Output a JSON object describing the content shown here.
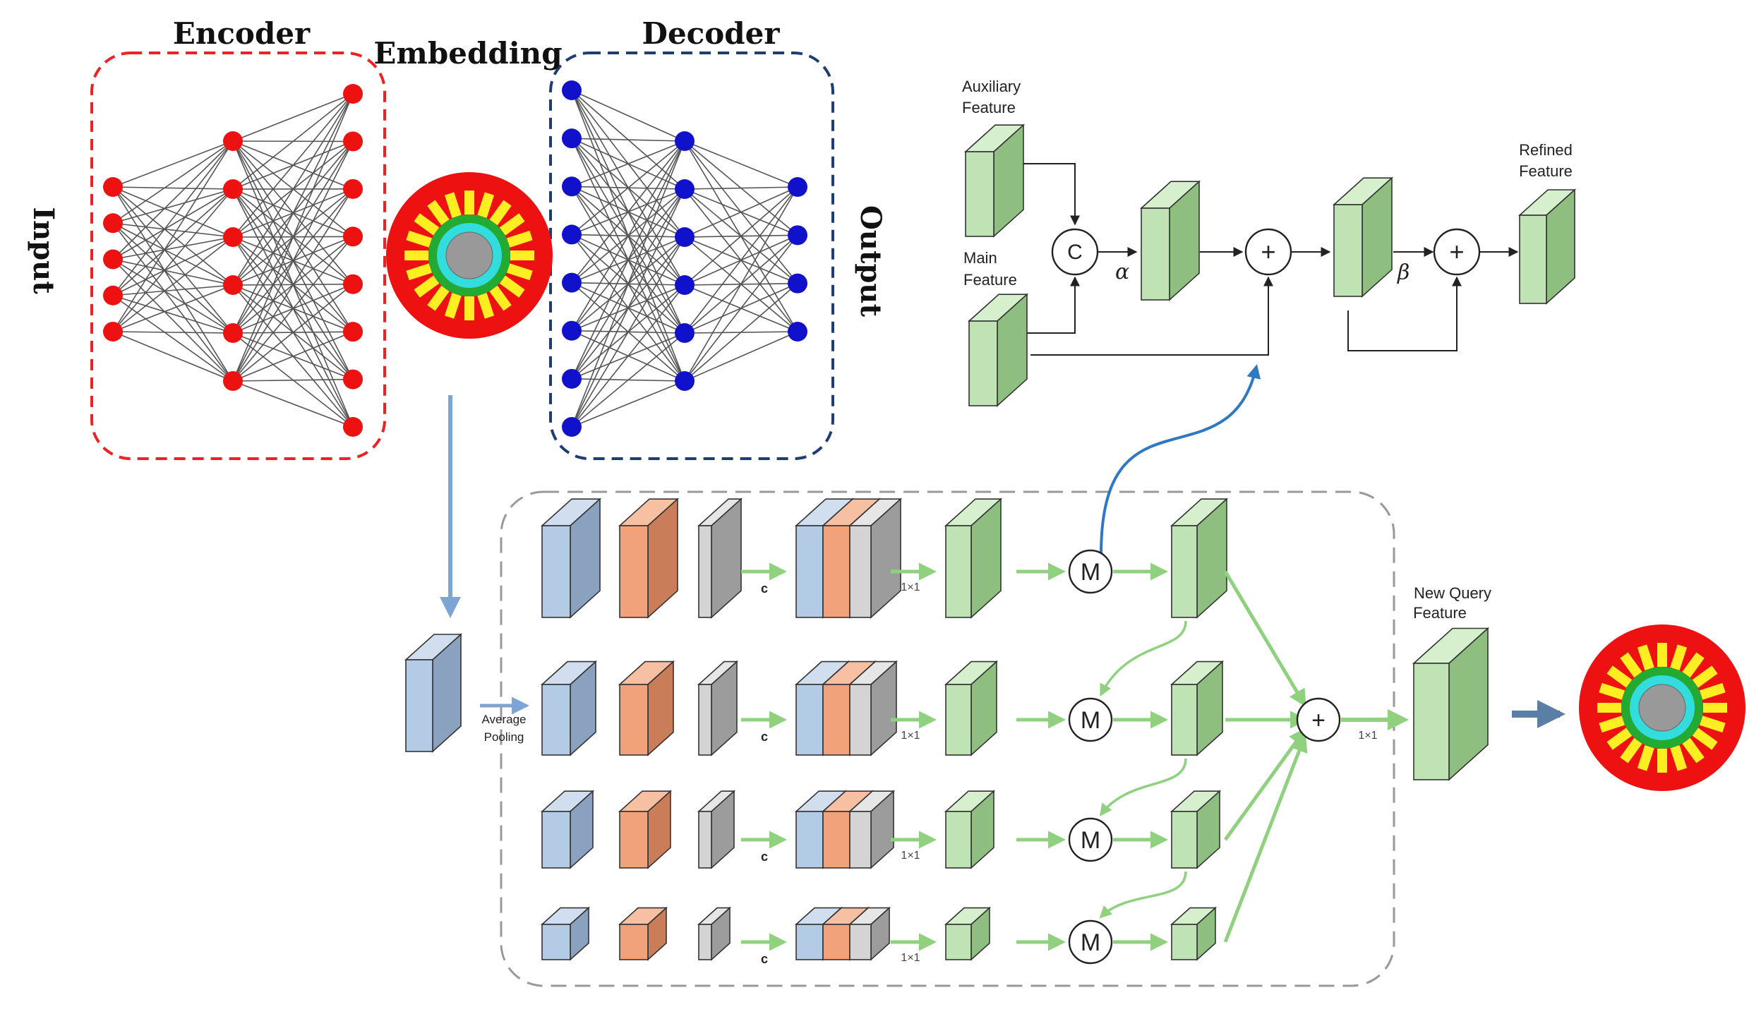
{
  "titles": {
    "encoder": "Encoder",
    "embedding": "Embedding",
    "decoder": "Decoder",
    "input": "Input",
    "output": "Output"
  },
  "fusion": {
    "auxiliary_line1": "Auxiliary",
    "auxiliary_line2": "Feature",
    "main_line1": "Main",
    "main_line2": "Feature",
    "refined_line1": "Refined",
    "refined_line2": "Feature",
    "concat_symbol": "C",
    "plus_symbol": "+",
    "alpha": "α",
    "beta": "β"
  },
  "pyramid": {
    "avg_line1": "Average",
    "avg_line2": "Pooling",
    "concat_label": "c",
    "conv_label": "1×1",
    "merge_symbol": "M",
    "plus_symbol": "+",
    "new_query_line1": "New Query",
    "new_query_line2": "Feature"
  },
  "network": {
    "encoder_layers": [
      5,
      6,
      8
    ],
    "decoder_layers": [
      8,
      6,
      4
    ]
  },
  "colors": {
    "encoder_node": "#ee1111",
    "decoder_node": "#1111cc",
    "encoder_box": "#ee2222",
    "decoder_box": "#1f3d73",
    "green_block": "#bfe3b4",
    "blue_block": "#b4cbe6",
    "orange_block": "#f2a27a",
    "gray_block": "#d4d4d4",
    "green_arrow": "#8fd17e",
    "blue_arrow": "#2f78c4"
  }
}
